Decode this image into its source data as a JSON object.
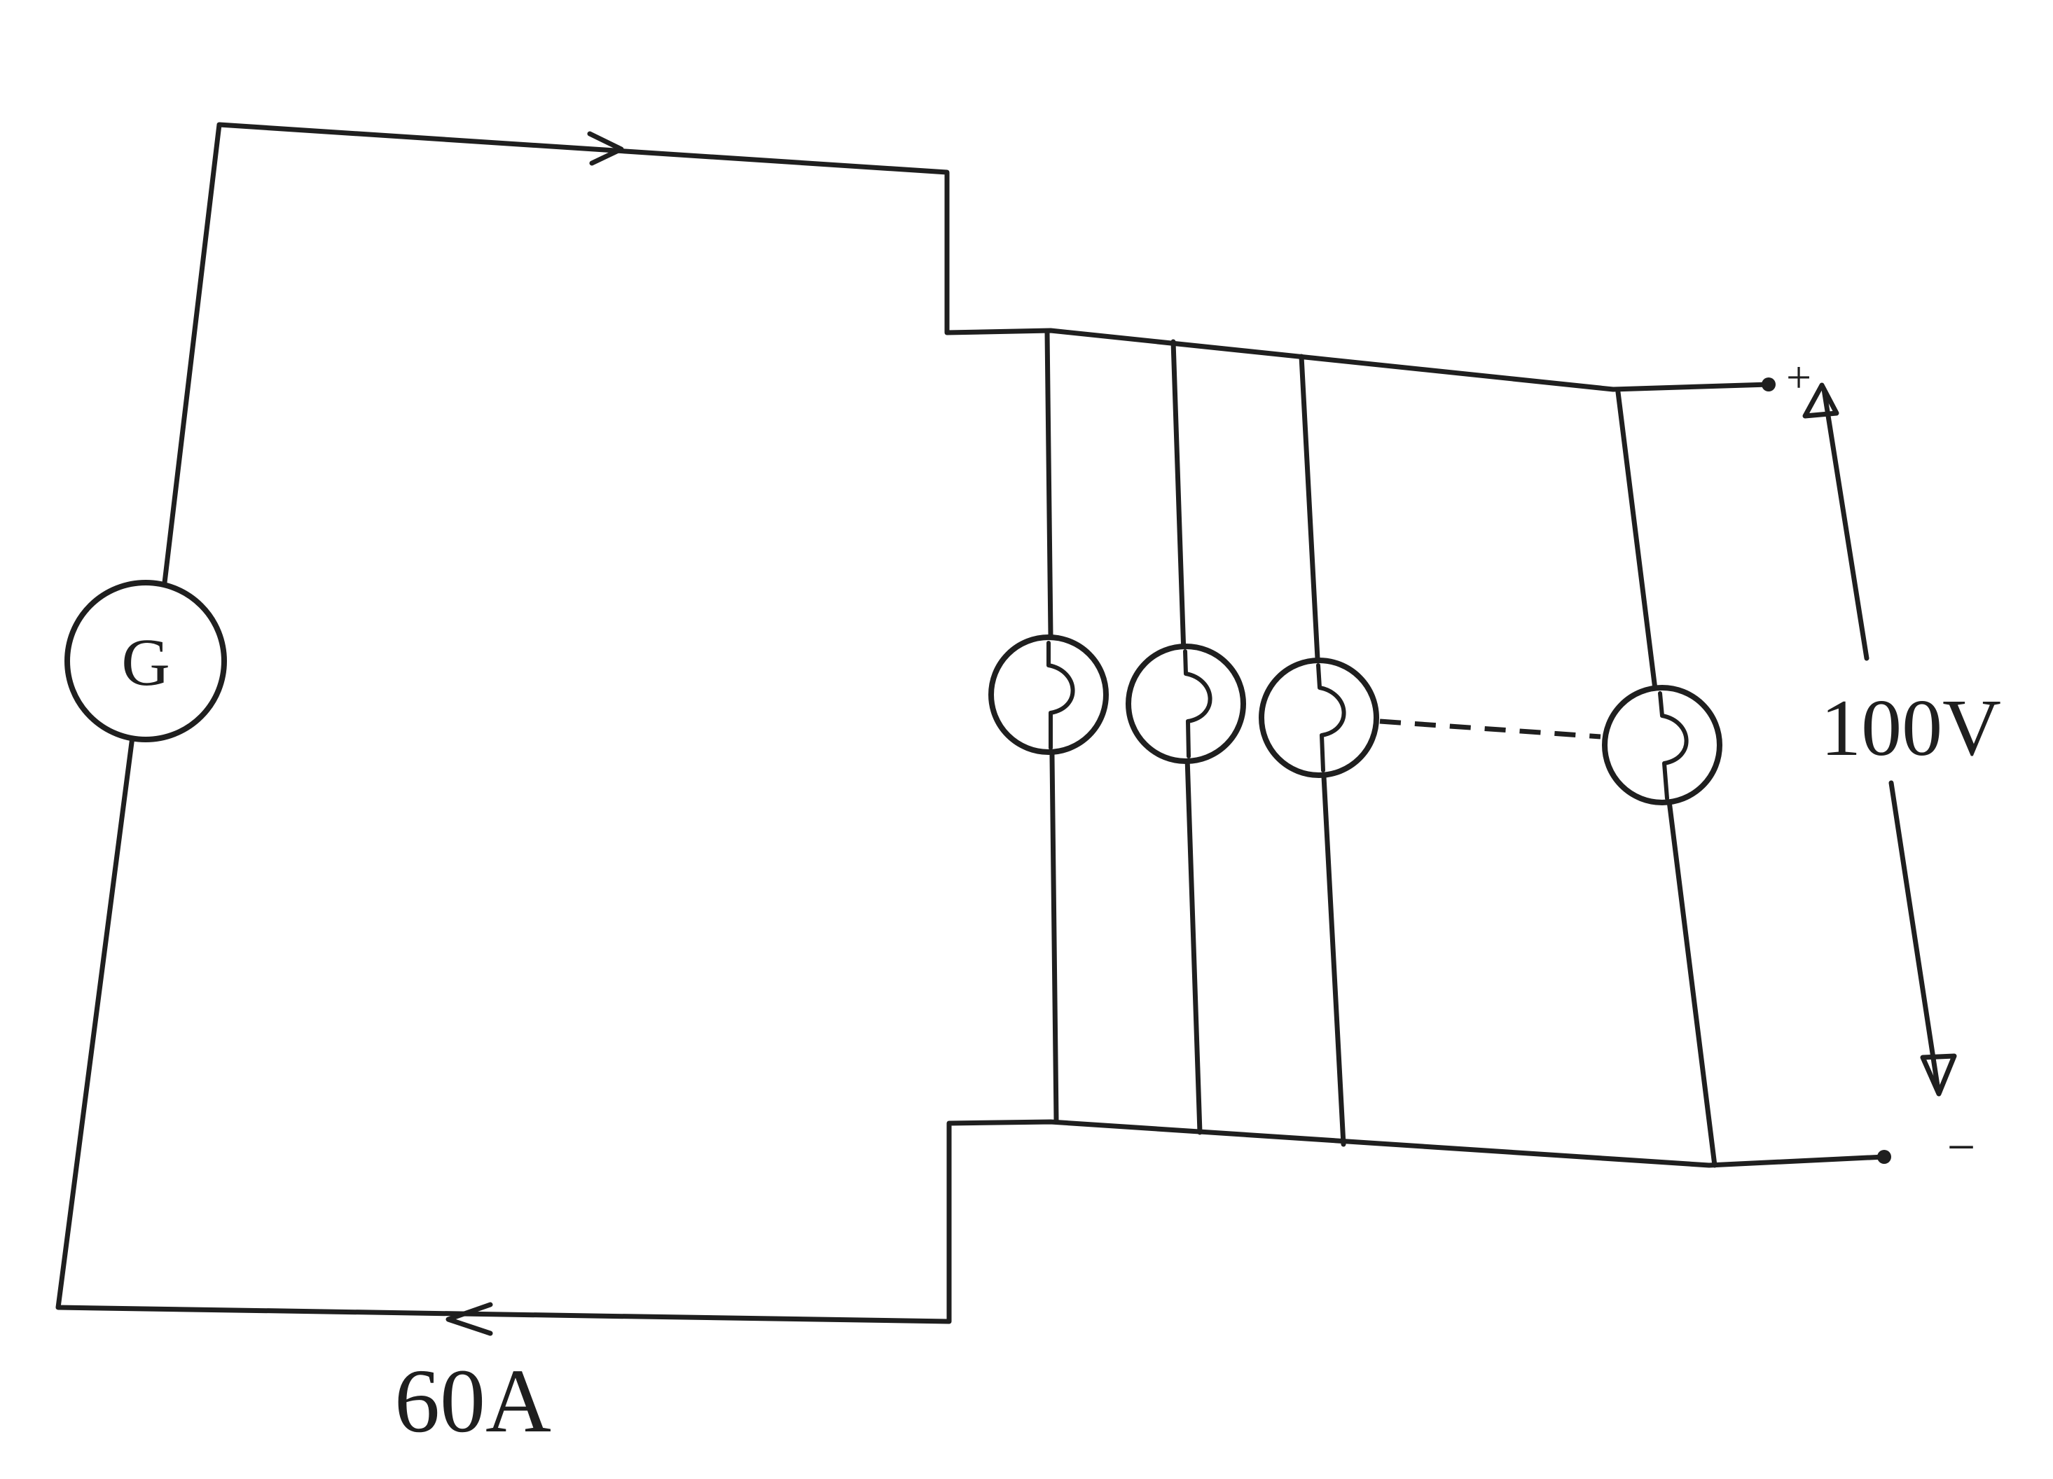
{
  "generator": {
    "symbol": "G"
  },
  "labels": {
    "current": "60A",
    "voltage": "100V",
    "plus": "+",
    "minus": "−"
  },
  "lamps": [
    {
      "kind": "lamp"
    },
    {
      "kind": "lamp"
    },
    {
      "kind": "lamp"
    },
    {
      "kind": "lamp"
    }
  ]
}
